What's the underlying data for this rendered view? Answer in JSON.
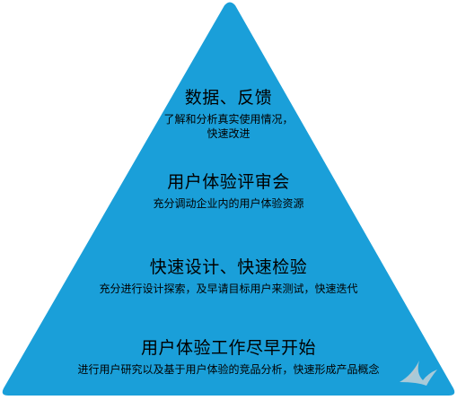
{
  "diagram": {
    "type": "pyramid",
    "fill_color": "#1a9fd9",
    "text_color": "#000000",
    "tiers": [
      {
        "title": "数据、反馈",
        "description_lines": [
          "了解和分析真实使用情况，",
          "快速改进"
        ]
      },
      {
        "title": "用户体验评审会",
        "description_lines": [
          "充分调动企业内的用户体验资源"
        ]
      },
      {
        "title": "快速设计、快速检验",
        "description_lines": [
          "充分进行设计探索，及早请目标用户来测试，快速迭代"
        ]
      },
      {
        "title": "用户体验工作尽早开始",
        "description_lines": [
          "进行用户研究以及基于用户体验的竞品分析，快速形成产品概念"
        ]
      }
    ]
  }
}
